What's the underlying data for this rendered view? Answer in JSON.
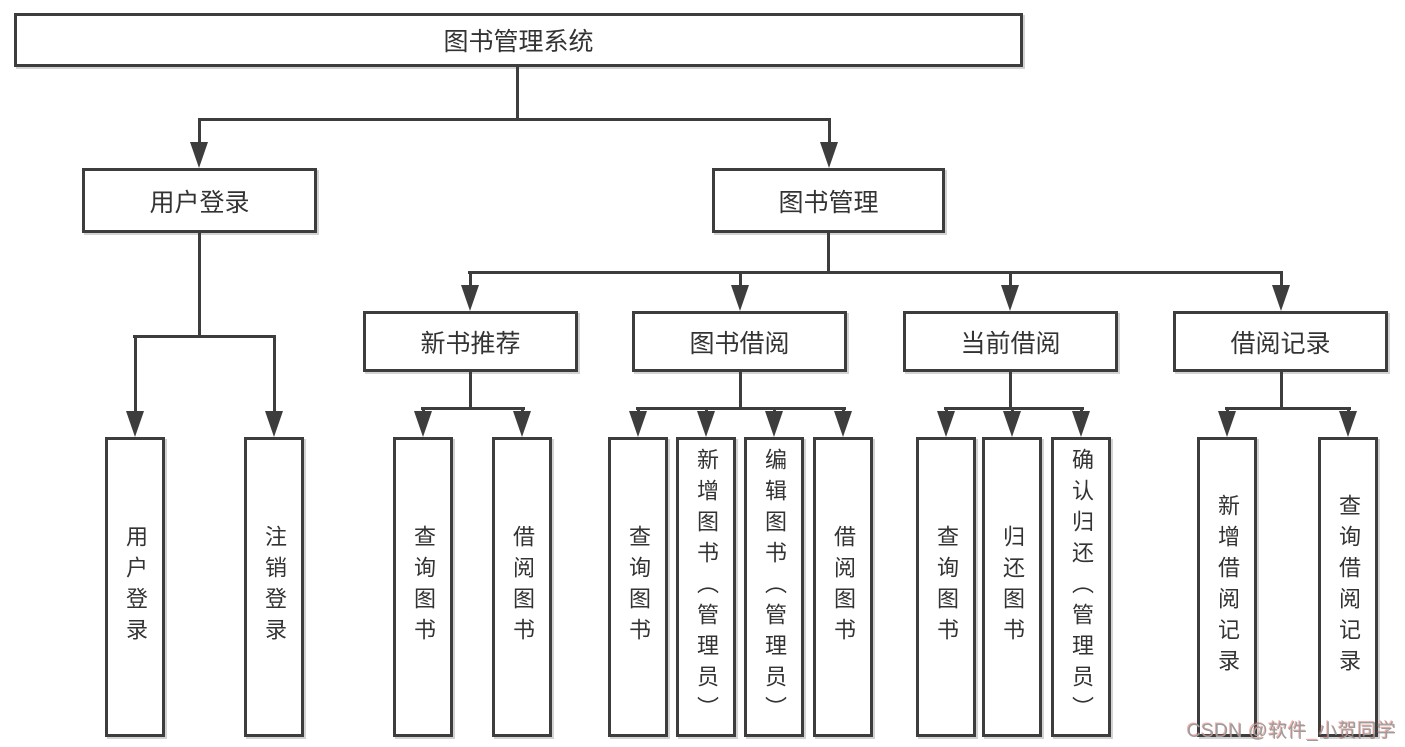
{
  "tree": {
    "root": {
      "label": "图书管理系统",
      "children": [
        {
          "label": "用户登录",
          "children": [
            {
              "label": "用户登录"
            },
            {
              "label": "注销登录"
            }
          ]
        },
        {
          "label": "图书管理",
          "children": [
            {
              "label": "新书推荐",
              "children": [
                {
                  "label": "查询图书"
                },
                {
                  "label": "借阅图书"
                }
              ]
            },
            {
              "label": "图书借阅",
              "children": [
                {
                  "label": "查询图书"
                },
                {
                  "label": "新增图书（管理员）"
                },
                {
                  "label": "编辑图书（管理员）"
                },
                {
                  "label": "借阅图书"
                }
              ]
            },
            {
              "label": "当前借阅",
              "children": [
                {
                  "label": "查询图书"
                },
                {
                  "label": "归还图书"
                },
                {
                  "label": "确认归还（管理员）"
                }
              ]
            },
            {
              "label": "借阅记录",
              "children": [
                {
                  "label": "新增借阅记录"
                },
                {
                  "label": "查询借阅记录"
                }
              ]
            }
          ]
        }
      ]
    }
  },
  "watermark": {
    "text": "CSDN @软件_小贺同学"
  },
  "colors": {
    "line": "#3d3d3d",
    "border": "#3d3d3d",
    "fill": "#ffffff",
    "text": "#333333",
    "background": "#ffffff",
    "watermark": "#9c9c9c",
    "watermark_accent": "#e0564a"
  }
}
